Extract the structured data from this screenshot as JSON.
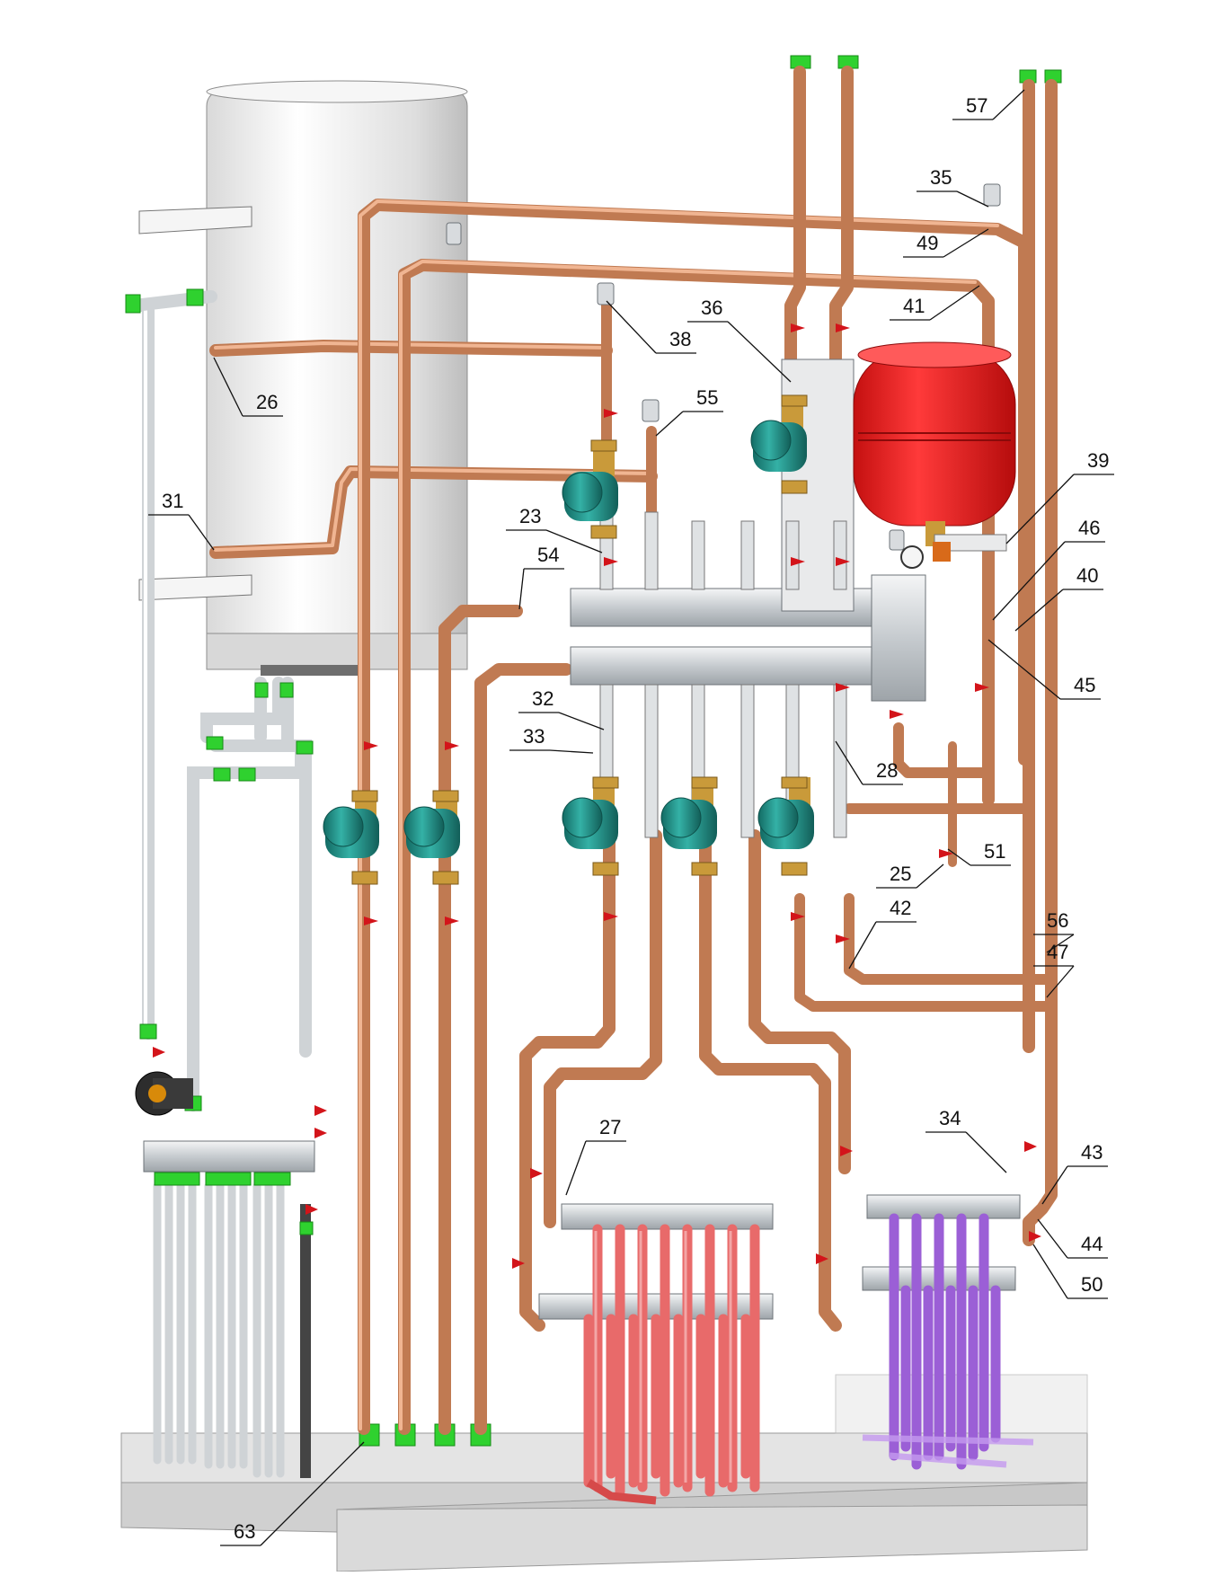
{
  "diagram": {
    "callouts": [
      {
        "id": "c23",
        "text": "23"
      },
      {
        "id": "c25",
        "text": "25"
      },
      {
        "id": "c26",
        "text": "26"
      },
      {
        "id": "c27",
        "text": "27"
      },
      {
        "id": "c28",
        "text": "28"
      },
      {
        "id": "c31",
        "text": "31"
      },
      {
        "id": "c32",
        "text": "32"
      },
      {
        "id": "c33",
        "text": "33"
      },
      {
        "id": "c34",
        "text": "34"
      },
      {
        "id": "c35",
        "text": "35"
      },
      {
        "id": "c36",
        "text": "36"
      },
      {
        "id": "c38",
        "text": "38"
      },
      {
        "id": "c39",
        "text": "39"
      },
      {
        "id": "c40",
        "text": "40"
      },
      {
        "id": "c41",
        "text": "41"
      },
      {
        "id": "c42",
        "text": "42"
      },
      {
        "id": "c43",
        "text": "43"
      },
      {
        "id": "c44",
        "text": "44"
      },
      {
        "id": "c45",
        "text": "45"
      },
      {
        "id": "c46",
        "text": "46"
      },
      {
        "id": "c47",
        "text": "47"
      },
      {
        "id": "c49",
        "text": "49"
      },
      {
        "id": "c50",
        "text": "50"
      },
      {
        "id": "c51",
        "text": "51"
      },
      {
        "id": "c54",
        "text": "54"
      },
      {
        "id": "c55",
        "text": "55"
      },
      {
        "id": "c56",
        "text": "56"
      },
      {
        "id": "c57",
        "text": "57"
      },
      {
        "id": "c63",
        "text": "63"
      }
    ]
  },
  "colors": {
    "copper": "#c07a52",
    "copper_highlight": "#f0b592",
    "pex": "#d9dcde",
    "brass": "#c99a3a",
    "steel": "#c9cdd1",
    "pump_teal": "#1f8f86",
    "expansion_vessel": "#e01b1b",
    "heating_red": "#e86a6a",
    "underfloor_violet": "#9b5fd6",
    "fitting_green": "#2fd12f",
    "valve_red": "#d3141a",
    "tank_white": "#eeeeee",
    "base_slab": "#dddddd"
  },
  "icons": [
    "storage-tank-icon",
    "circulation-pump-icon",
    "ball-valve-icon",
    "expansion-vessel-icon",
    "manifold-icon",
    "air-vent-icon",
    "pressure-gauge-icon"
  ]
}
